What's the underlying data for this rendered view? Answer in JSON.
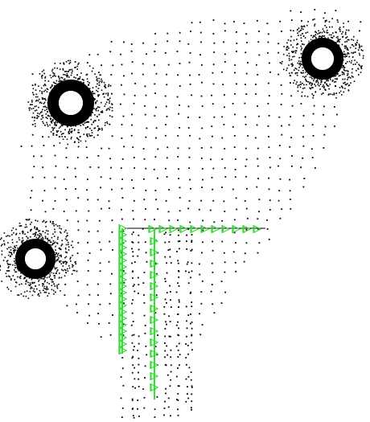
{
  "view": {
    "type": "fem-mesh-node-plot",
    "background_color": "#ffffff",
    "node_color": "#000000",
    "constraint_marker_color": "#33dd33",
    "holes": [
      {
        "name": "hole-upper-left",
        "label": ""
      },
      {
        "name": "hole-upper-right",
        "label": ""
      },
      {
        "name": "hole-lower-left",
        "label": ""
      }
    ],
    "constraints": [
      {
        "name": "fixed-support-vertical-left",
        "label": ""
      },
      {
        "name": "fixed-support-horizontal-top",
        "label": ""
      },
      {
        "name": "fixed-support-vertical-inner",
        "label": ""
      }
    ]
  }
}
